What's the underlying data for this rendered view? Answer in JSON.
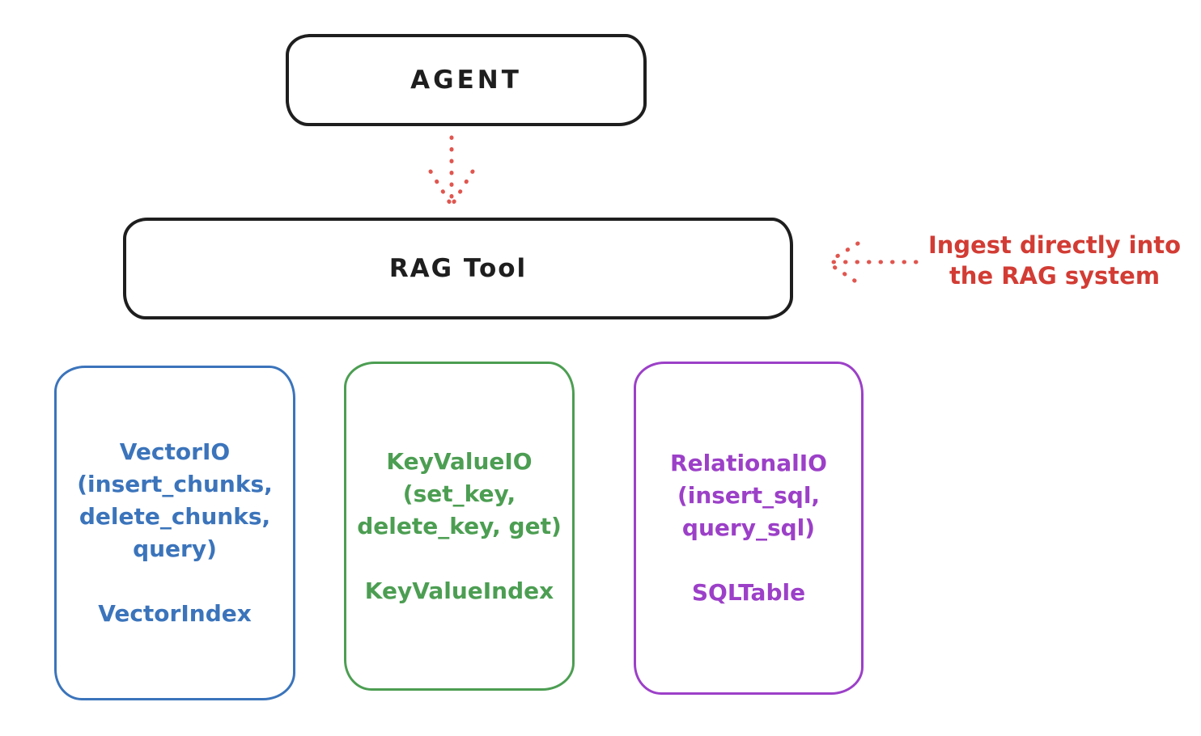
{
  "agent_box": {
    "label": "AGENT"
  },
  "rag_box": {
    "label": "RAG Tool"
  },
  "annotation": {
    "line1": "Ingest directly into",
    "line2": "the RAG system"
  },
  "provider_boxes": [
    {
      "name": "vector-io",
      "color": "#3b74bb",
      "body_lines": [
        "VectorIO",
        "(insert_chunks,",
        "delete_chunks,",
        "query)"
      ],
      "footer": "VectorIndex"
    },
    {
      "name": "keyvalue-io",
      "color": "#4c9e52",
      "body_lines": [
        "KeyValueIO",
        "(set_key,",
        "delete_key, get)"
      ],
      "footer": "KeyValueIndex"
    },
    {
      "name": "relational-io",
      "color": "#9c40c8",
      "body_lines": [
        "RelationalIO",
        "(insert_sql,",
        "query_sql)"
      ],
      "footer": "SQLTable"
    }
  ],
  "colors": {
    "box_stroke": "#1e1e1e",
    "arrow_red": "#e0564f",
    "annotation_red": "#d23c34",
    "vector_blue": "#3b74bb",
    "keyvalue_green": "#4c9e52",
    "relational_purple": "#9c40c8",
    "background": "#ffffff"
  }
}
